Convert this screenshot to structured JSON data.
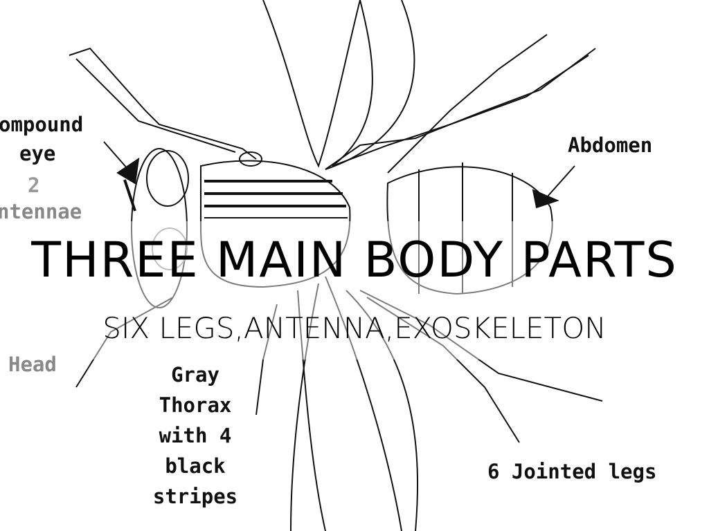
{
  "slide": {
    "title": "THREE MAIN BODY PARTS",
    "subtitle": "SIX LEGS,ANTENNA,EXOSKELETON"
  },
  "diagram": {
    "labels": {
      "compound_eye_1": "ompound",
      "compound_eye_2": "eye",
      "abdomen": "Abdomen",
      "antennae_num": "2",
      "antennae": "ntennae",
      "head": "Head",
      "thorax_1": "Gray",
      "thorax_2": "Thorax",
      "thorax_3": "with 4",
      "thorax_4": "black",
      "thorax_5": "stripes",
      "legs": "6 Jointed legs"
    }
  }
}
